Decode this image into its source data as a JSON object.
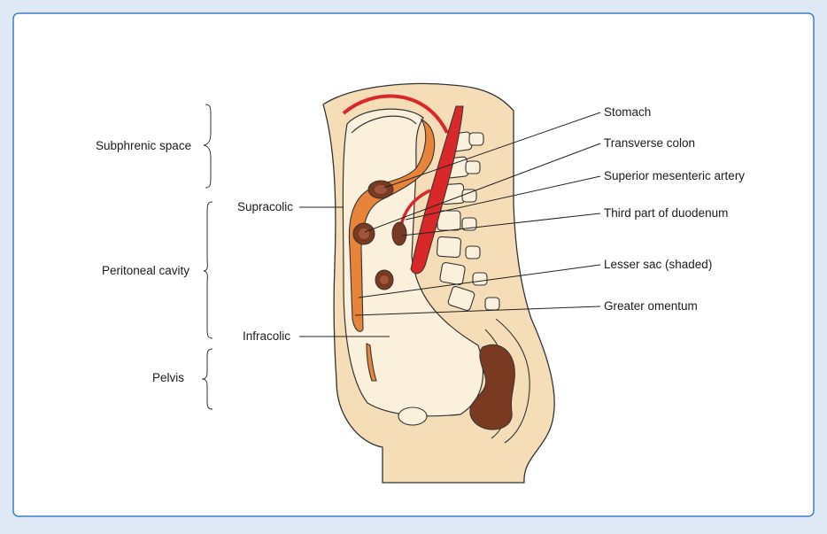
{
  "colors": {
    "background": "#dfe9f6",
    "panel": "#ffffff",
    "panel_border": "#3d7cc9",
    "skin": "#f4ddb7",
    "peritoneum_line": "#e07a2b",
    "artery": "#d8282a",
    "bowel": "#7a3a22"
  },
  "left_labels": {
    "subphrenic": "Subphrenic space",
    "peritoneal": "Peritoneal cavity",
    "pelvis": "Pelvis"
  },
  "inner_labels": {
    "supracolic": "Supracolic",
    "infracolic": "Infracolic"
  },
  "right_labels": [
    "Stomach",
    "Transverse colon",
    "Superior mesenteric artery",
    "Third part of duodenum",
    "Lesser sac (shaded)",
    "Greater omentum"
  ]
}
